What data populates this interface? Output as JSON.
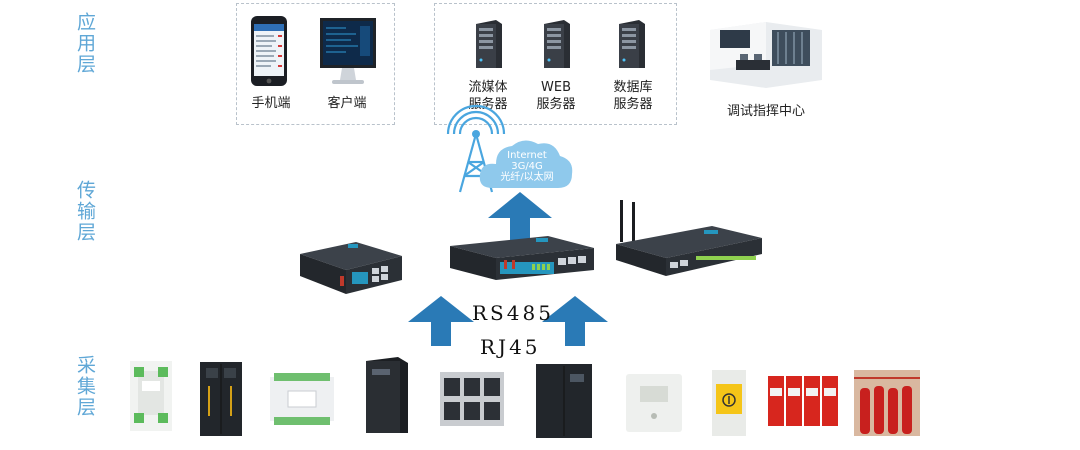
{
  "layers": {
    "application": "应用层",
    "transport": "传输层",
    "collection": "采集层"
  },
  "application_tier": {
    "clients": [
      {
        "label": "手机端",
        "icon": "smartphone-icon"
      },
      {
        "label": "客户端",
        "icon": "desktop-monitor-icon"
      }
    ],
    "servers": [
      {
        "label": "流媒体\n服务器",
        "icon": "server-icon"
      },
      {
        "label": "WEB\n服务器",
        "icon": "server-icon"
      },
      {
        "label": "数据库\n服务器",
        "icon": "server-icon"
      }
    ],
    "control_center": {
      "label": "调试指挥中心",
      "icon": "control-room-icon"
    }
  },
  "network": {
    "cloud_lines": [
      "Internet",
      "3G/4G",
      "光纤/以太网"
    ],
    "tower_icon": "signal-tower-icon"
  },
  "gateways": [
    {
      "icon": "router-gateway-icon"
    },
    {
      "icon": "rack-gateway-icon"
    },
    {
      "icon": "antenna-host-icon"
    }
  ],
  "protocols": {
    "line1": "RS485",
    "line2": "RJ45"
  },
  "field_devices": [
    {
      "icon": "transducer-module-icon"
    },
    {
      "icon": "power-cabinet-icon"
    },
    {
      "icon": "io-module-icon"
    },
    {
      "icon": "ups-icon"
    },
    {
      "icon": "battery-bank-icon"
    },
    {
      "icon": "precision-ac-icon"
    },
    {
      "icon": "temperature-humidity-sensor-icon"
    },
    {
      "icon": "water-leak-detector-icon"
    },
    {
      "icon": "surge-protector-icon"
    },
    {
      "icon": "fire-extinguisher-system-icon"
    }
  ],
  "colors": {
    "layer_label": "#5fa7d6",
    "arrow": "#2a7ab6",
    "cloud": "#8fc9ec",
    "tower": "#4aa6df"
  }
}
